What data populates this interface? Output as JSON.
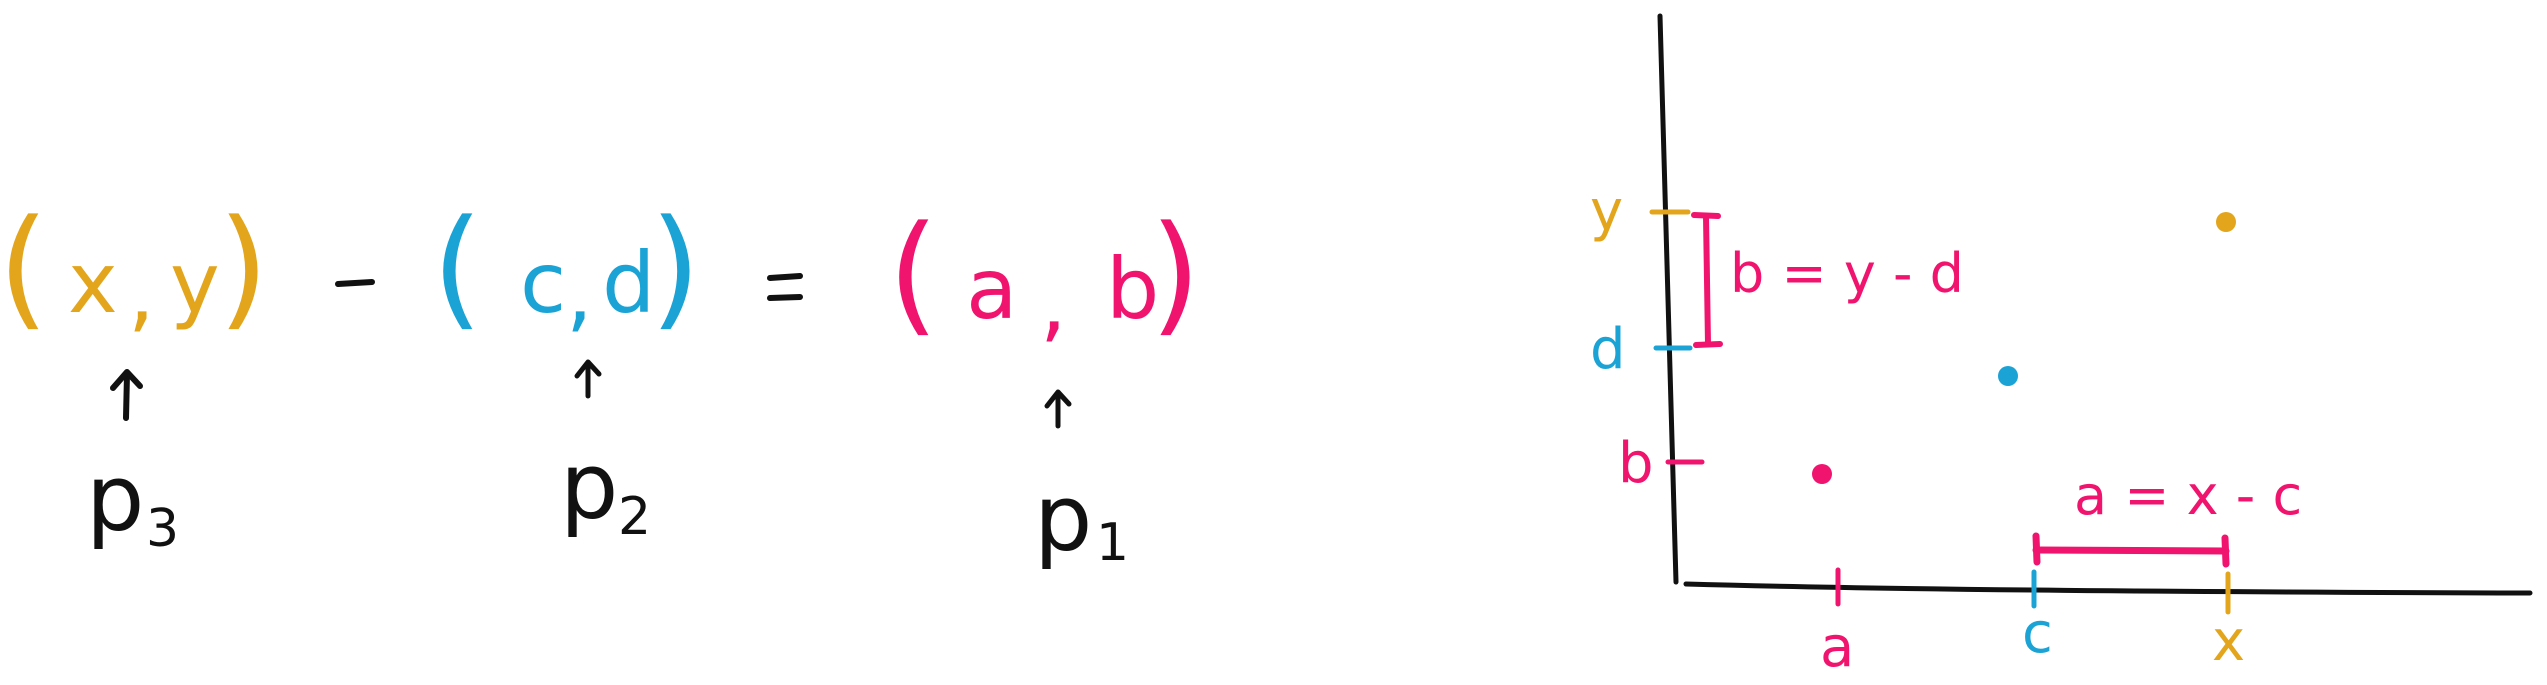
{
  "colors": {
    "ink": "#111111",
    "gold": "#e3a51c",
    "blue": "#1ba3d6",
    "pink": "#f0146e",
    "background": "#ffffff"
  },
  "equation": {
    "p3": {
      "open": "(",
      "first": "x",
      "comma": ",",
      "second": "y",
      "close": ")"
    },
    "minus": "-",
    "p2": {
      "open": "(",
      "first": "c",
      "comma": ",",
      "second": "d",
      "close": ")"
    },
    "equals": "=",
    "p1": {
      "open": "(",
      "first": "a",
      "comma": ",",
      "second": "b",
      "close": ")"
    }
  },
  "arrow_labels": {
    "p3": {
      "letter": "p",
      "sub": "3"
    },
    "p2": {
      "letter": "p",
      "sub": "2"
    },
    "p1": {
      "letter": "p",
      "sub": "1"
    }
  },
  "graph": {
    "y_ticks": {
      "y": "y",
      "d": "d",
      "b": "b"
    },
    "x_ticks": {
      "a": "a",
      "c": "c",
      "x": "x"
    },
    "brace_b": "b = y - d",
    "brace_a": "a = x - c",
    "points": [
      {
        "name": "p3",
        "color": "gold"
      },
      {
        "name": "p2",
        "color": "blue"
      },
      {
        "name": "p1",
        "color": "pink"
      }
    ]
  }
}
